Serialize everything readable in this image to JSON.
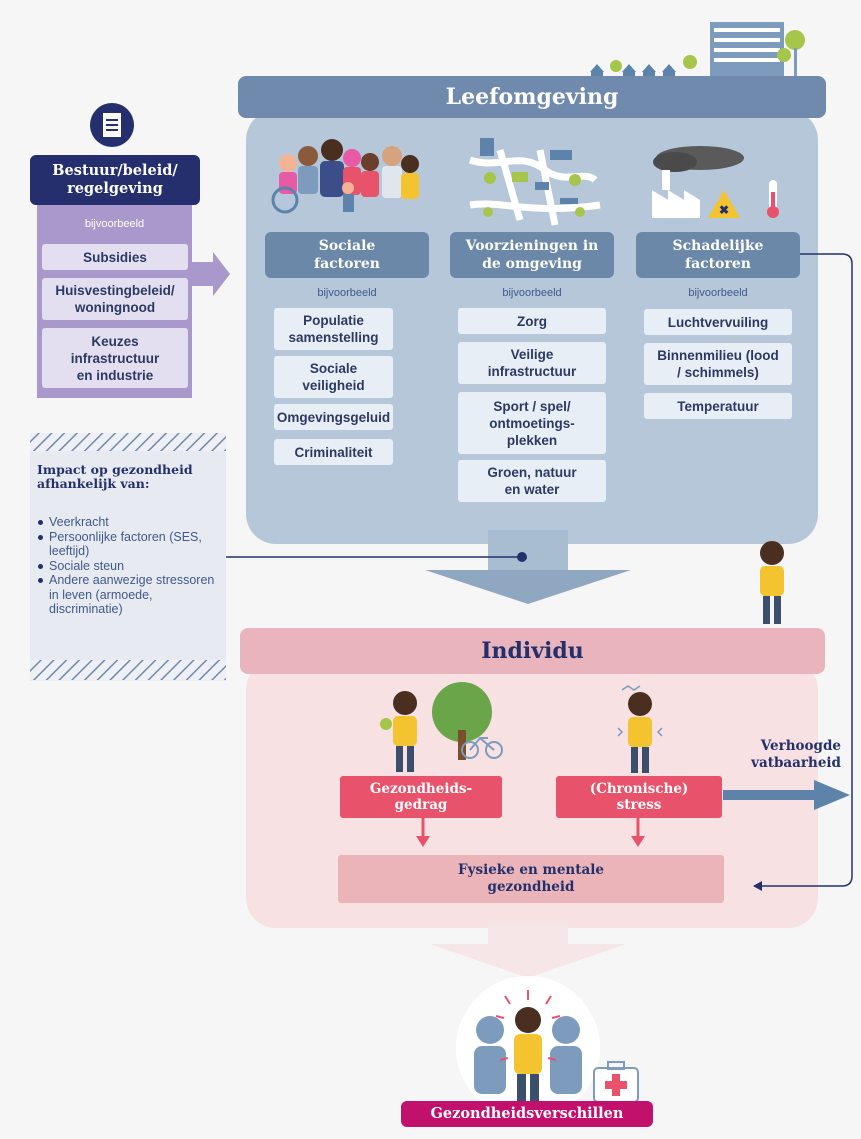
{
  "leefomgeving": {
    "title": "Leefomgeving",
    "columns": [
      {
        "header": "Sociale factoren",
        "bijvoorbeeld": "bijvoorbeeld",
        "items": [
          "Populatie samenstelling",
          "Sociale veiligheid",
          "Omgevingsgeluid",
          "Criminaliteit"
        ]
      },
      {
        "header": "Voorzieningen in de omgeving",
        "bijvoorbeeld": "bijvoorbeeld",
        "items": [
          "Zorg",
          "Veilige infrastructuur",
          "Sport / spel/ ontmoetings-plekken",
          "Groen, natuur en water"
        ]
      },
      {
        "header": "Schadelijke factoren",
        "bijvoorbeeld": "bijvoorbeeld",
        "items": [
          "Luchtvervuiling",
          "Binnenmilieu (lood / schimmels)",
          "Temperatuur"
        ]
      }
    ]
  },
  "bestuur": {
    "title": "Bestuur/beleid/ regelgeving",
    "bijvoorbeeld": "bijvoorbeeld",
    "items": [
      "Subsidies",
      "Huisvestingbeleid/ woningnood",
      "Keuzes infrastructuur en industrie"
    ]
  },
  "impact": {
    "title": "Impact op gezondheid afhankelijk van:",
    "items": [
      "Veerkracht",
      "Persoonlijke factoren (SES, leeftijd)",
      "Sociale steun",
      "Andere aanwezige stressoren in leven (armoede, discriminatie)"
    ]
  },
  "individu": {
    "title": "Individu",
    "gedrag": "Gezondheids-gedrag",
    "stress": "(Chronische) stress",
    "gezondheid": "Fysieke en mentale gezondheid",
    "vatbaarheid": "Verhoogde vatbaarheid"
  },
  "result": {
    "label": "Gezondheidsverschillen"
  },
  "colors": {
    "leefomgeving_bar": "#6f8aad",
    "leefomgeving_panel": "#b5c7d9",
    "column_header": "#6b88a8",
    "item_box": "#e7eef5",
    "bestuur_header": "#262f6e",
    "bestuur_panel": "#a998cc",
    "bestuur_item": "#e4dff0",
    "individu_bar": "#eab4bc",
    "individu_panel": "#f7e1e2",
    "individu_box": "#e8526b",
    "gezondheid_box": "#ebb4b9",
    "result_label": "#c2116d",
    "navy": "#23306b"
  }
}
